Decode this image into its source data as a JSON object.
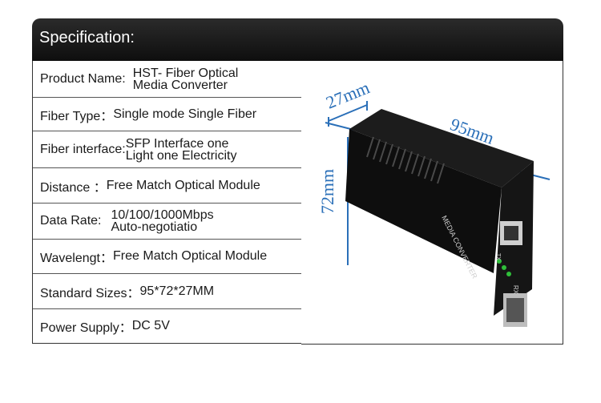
{
  "header": {
    "title": "Specification:"
  },
  "specs": [
    {
      "label": "Product Name:",
      "value_lines": [
        "HST- Fiber Optical",
        "Media Converter"
      ]
    },
    {
      "label": "Fiber Type：",
      "value_lines": [
        "Single mode Single Fiber"
      ]
    },
    {
      "label": "Fiber interface:",
      "value_lines": [
        "SFP Interface one",
        "Light one Electricity"
      ]
    },
    {
      "label": "Distance ：",
      "value_lines": [
        "Free Match Optical Module"
      ]
    },
    {
      "label": "Data Rate:",
      "value_lines": [
        "10/100/1000Mbps",
        "Auto-negotiatio"
      ]
    },
    {
      "label": "Wavelengt：",
      "value_lines": [
        "Free Match Optical Module"
      ]
    },
    {
      "label": "Standard Sizes：",
      "value_lines": [
        "95*72*27MM"
      ]
    },
    {
      "label": "Power Supply：",
      "value_lines": [
        "DC 5V"
      ]
    }
  ],
  "dimensions": {
    "depth": "27mm",
    "length": "95mm",
    "height": "72mm"
  },
  "device": {
    "label": "MEDIA CONVERTER",
    "rj45_label": "RX",
    "tx_label": "TX"
  },
  "colors": {
    "dimension": "#2a6fb8",
    "header": "#1a1a1a",
    "device": "#111111",
    "led": "#2fbf3a"
  }
}
